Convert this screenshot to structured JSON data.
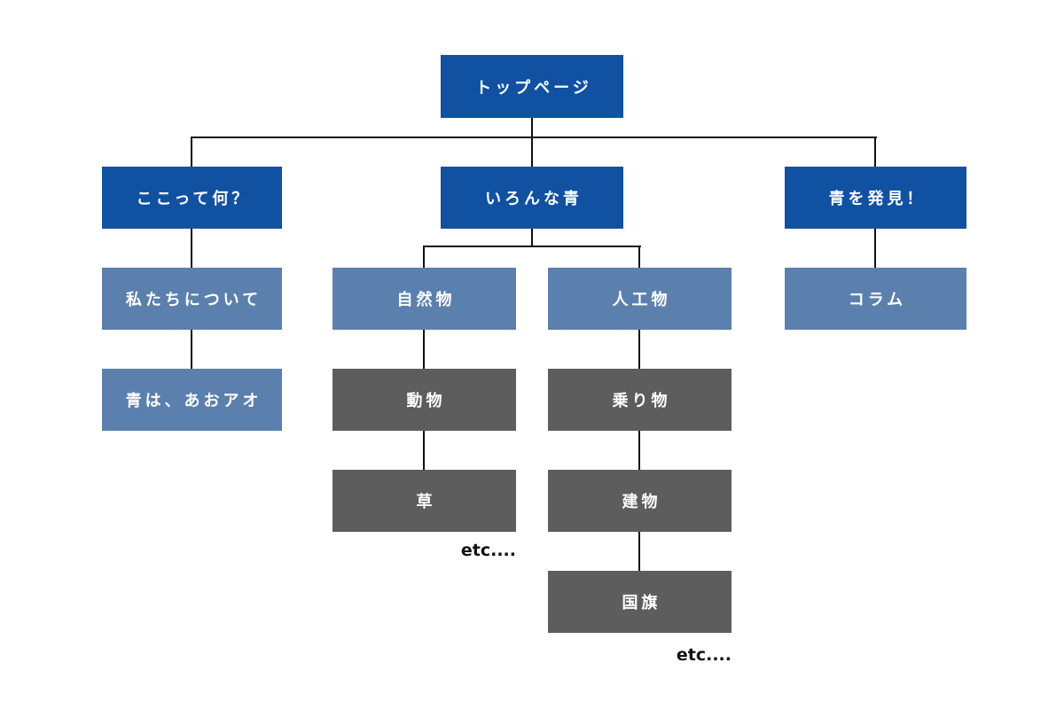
{
  "diagram": {
    "type": "sitemap-tree",
    "colors": {
      "primary_blue": "#1151a2",
      "slate_blue": "#5c80ad",
      "dark_gray": "#5d5d5d",
      "line_black": "#111111",
      "background": "#ffffff"
    },
    "nodes": {
      "top_page": {
        "label": "トップページ"
      },
      "what_is_here": {
        "label": "ここって何？"
      },
      "various_blues": {
        "label": "いろんな青"
      },
      "discover_blue": {
        "label": "青を発見！"
      },
      "about_us": {
        "label": "私たちについて"
      },
      "natural_things": {
        "label": "自然物"
      },
      "artificial_things": {
        "label": "人工物"
      },
      "column": {
        "label": "コラム"
      },
      "blue_is_ao": {
        "label": "青は、あおアオ"
      },
      "animals": {
        "label": "動物"
      },
      "vehicles": {
        "label": "乗り物"
      },
      "grass": {
        "label": "草"
      },
      "buildings": {
        "label": "建物"
      },
      "national_flags": {
        "label": "国旗"
      }
    },
    "etc_labels": {
      "natural_etc": "etc....",
      "artificial_etc": "etc...."
    }
  }
}
